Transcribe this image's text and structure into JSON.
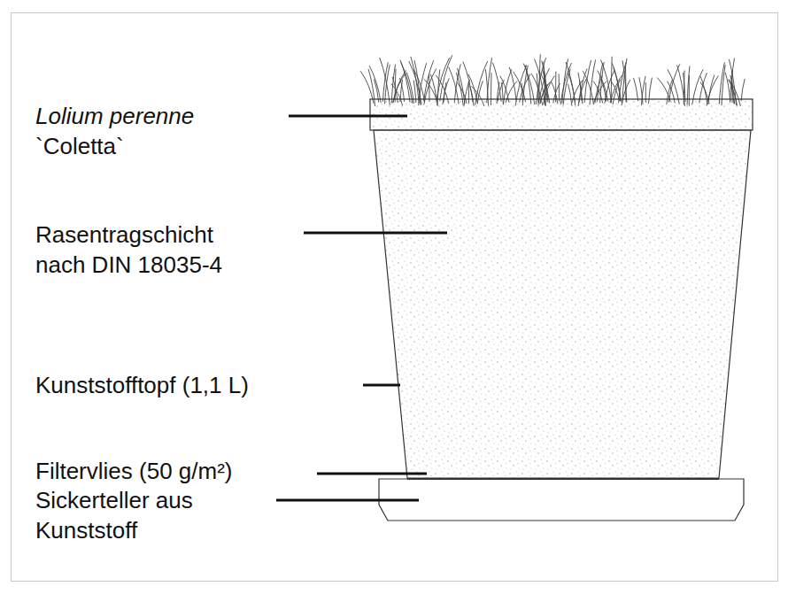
{
  "diagram": {
    "labels": [
      "Lolium perenne",
      "`Coletta`",
      "Rasentragschicht nach DIN 18035-4",
      "Kunststofftopf (1,1 L)",
      "Filtervlies (50 g/m²)",
      "Sickerteller aus Kunststoff"
    ]
  }
}
